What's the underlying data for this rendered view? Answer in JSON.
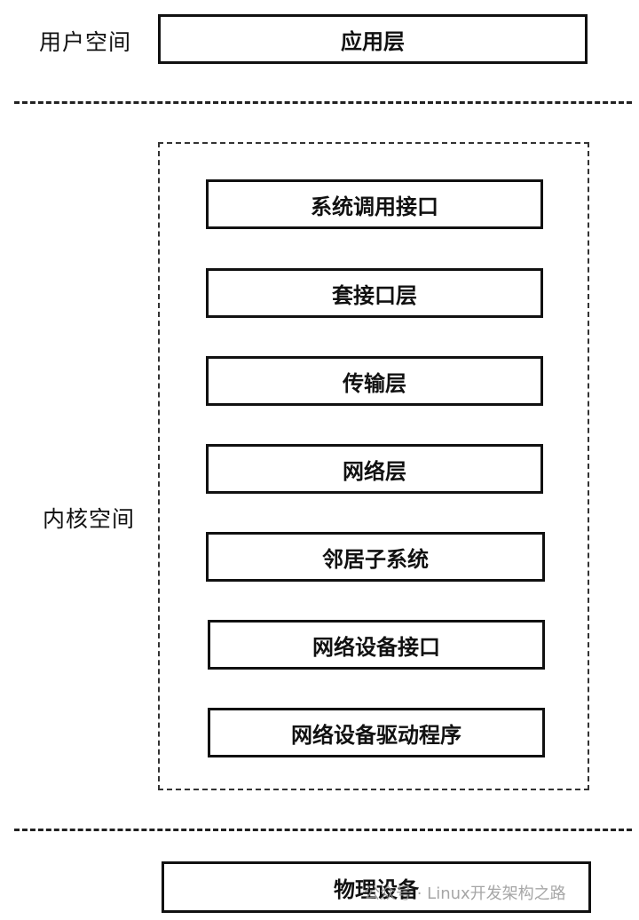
{
  "spaces": {
    "user": "用户空间",
    "kernel": "内核空间"
  },
  "layers": {
    "application": "应用层",
    "syscall": "系统调用接口",
    "socket": "套接口层",
    "transport": "传输层",
    "network": "网络层",
    "neighbor": "邻居子系统",
    "netdev_interface": "网络设备接口",
    "netdev_driver": "网络设备驱动程序",
    "physical": "物理设备"
  },
  "watermark": "公众号 · Linux开发架构之路"
}
